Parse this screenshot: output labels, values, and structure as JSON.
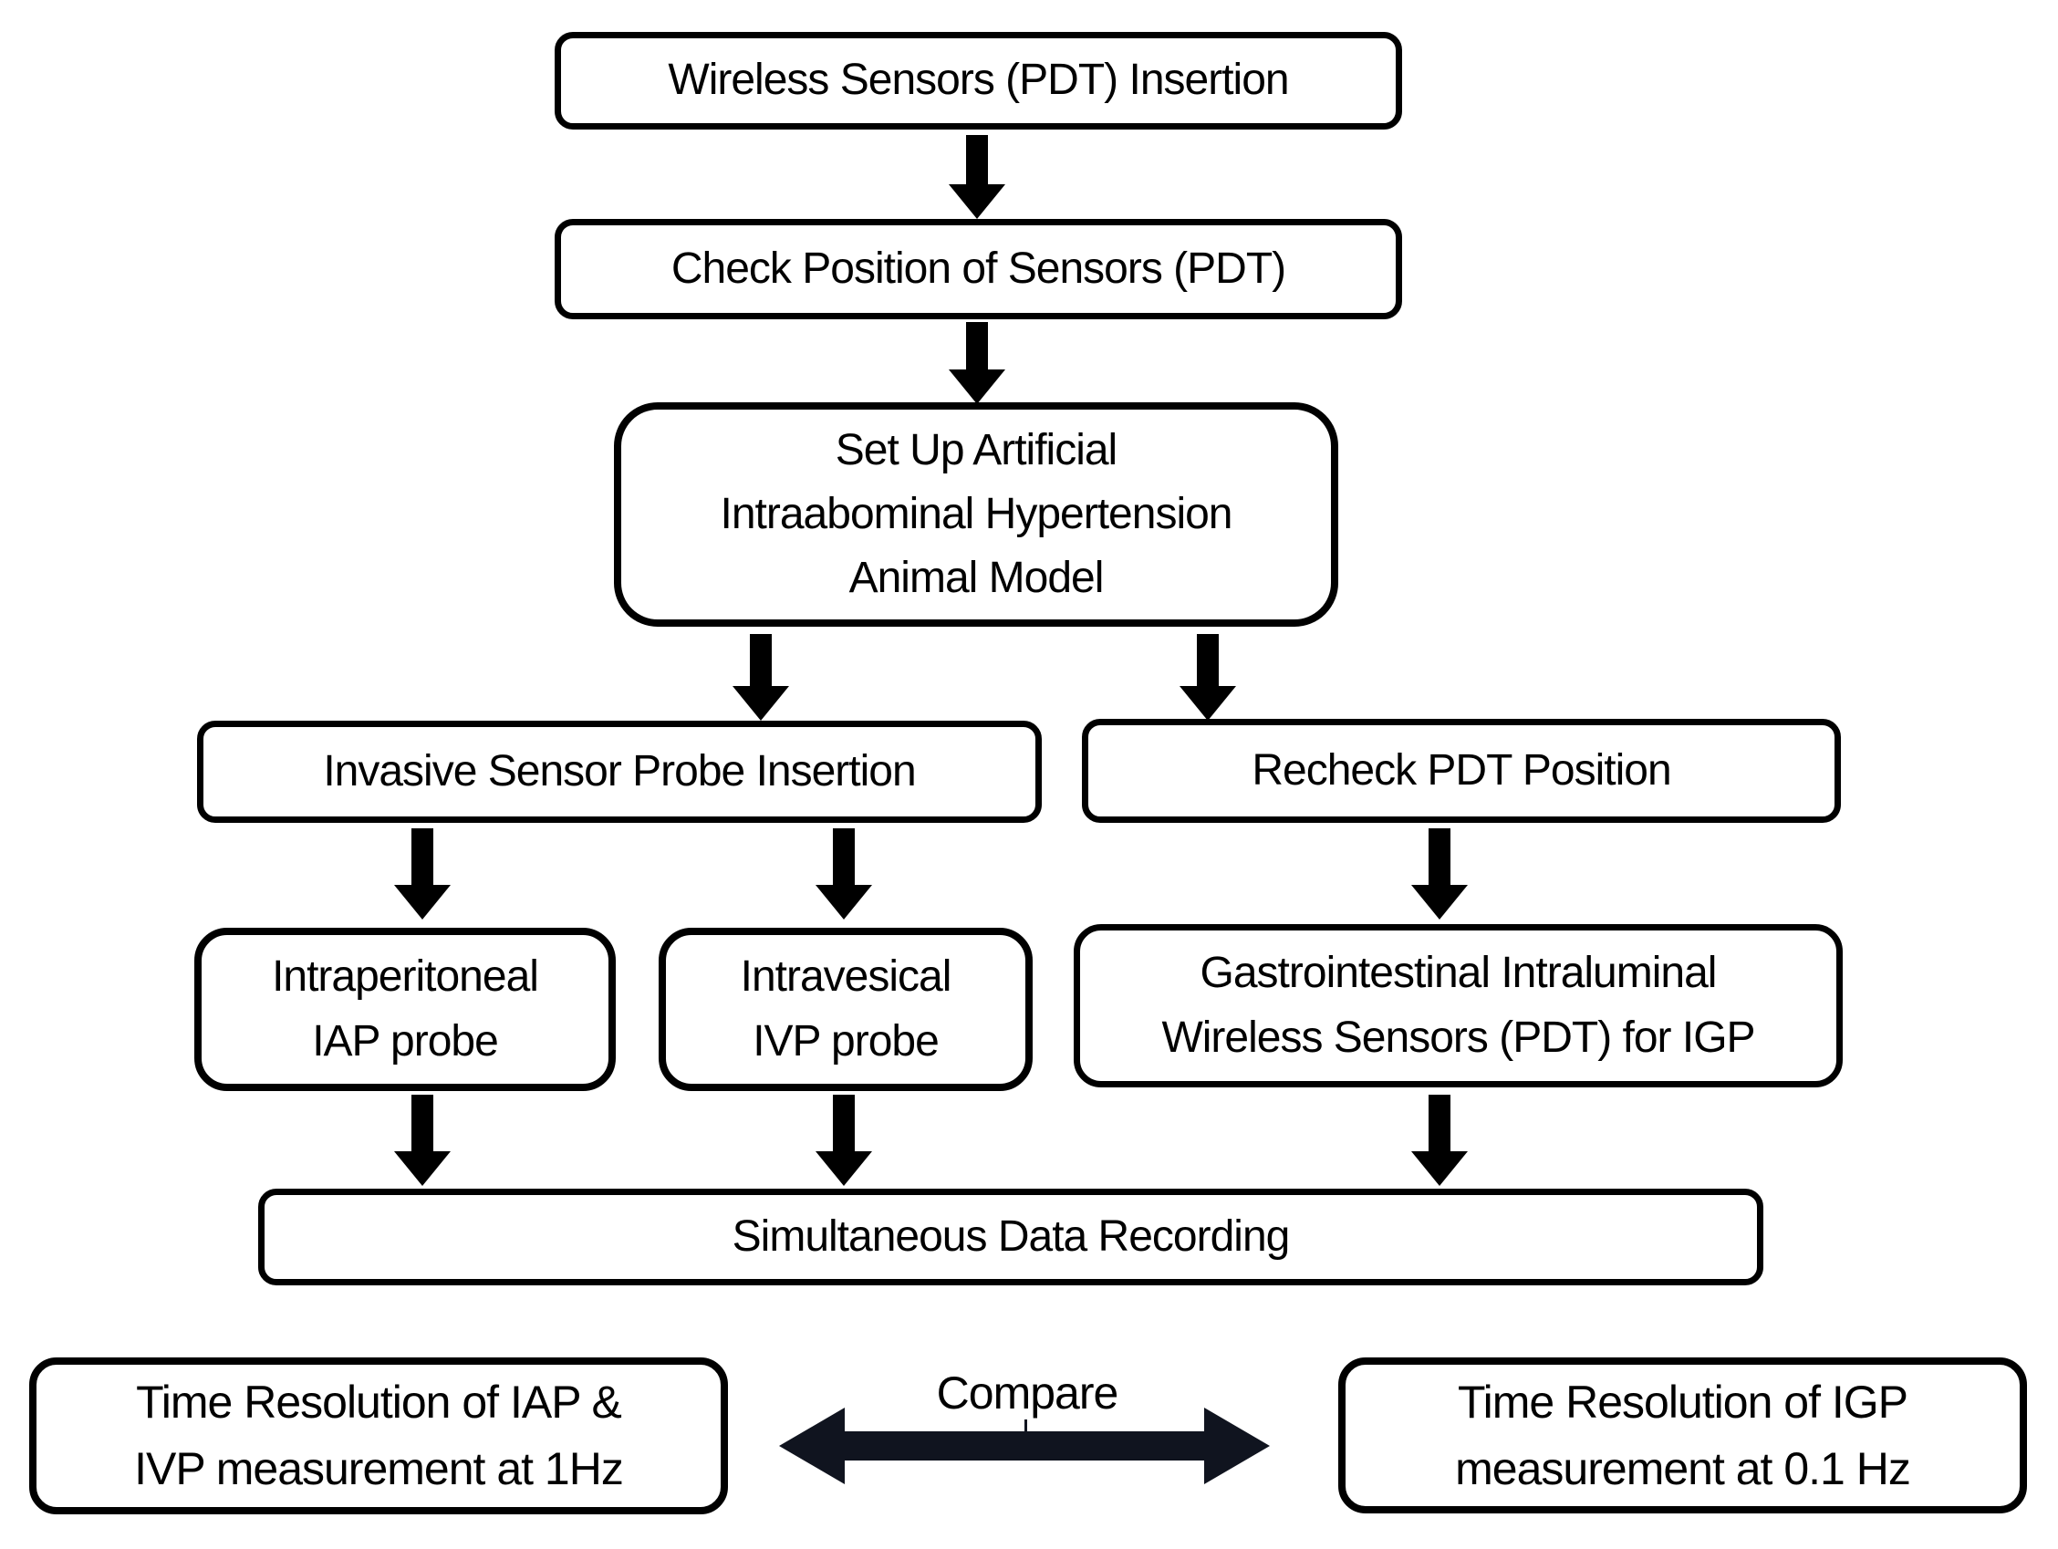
{
  "colors": {
    "bg": "#ffffff",
    "node-fill": "#ffffff",
    "node-border": "#000000",
    "text": "#000000",
    "arrow": "#000000",
    "compare-arrow": "#10141f"
  },
  "flowchart": {
    "nodes": {
      "wireless_insertion": "Wireless Sensors (PDT) Insertion",
      "check_position": "Check Position of Sensors (PDT)",
      "setup_model": "Set Up Artificial\nIntraabominal Hypertension\nAnimal Model",
      "invasive_probe": "Invasive Sensor Probe Insertion",
      "recheck_pdt": "Recheck PDT Position",
      "iap_probe": "Intraperitoneal\nIAP probe",
      "ivp_probe": "Intravesical\nIVP probe",
      "gi_sensors": "Gastrointestinal Intraluminal\nWireless Sensors (PDT) for IGP",
      "data_recording": "Simultaneous Data Recording",
      "time_res_iap_ivp": "Time Resolution of IAP &\nIVP measurement at 1Hz",
      "compare_label": "Compare",
      "time_res_igp": "Time Resolution of IGP\nmeasurement at 0.1 Hz"
    },
    "edges": [
      {
        "from": "wireless_insertion",
        "to": "check_position",
        "type": "arrow-down"
      },
      {
        "from": "check_position",
        "to": "setup_model",
        "type": "arrow-down"
      },
      {
        "from": "setup_model",
        "to": "invasive_probe",
        "type": "arrow-down"
      },
      {
        "from": "setup_model",
        "to": "recheck_pdt",
        "type": "arrow-down"
      },
      {
        "from": "invasive_probe",
        "to": "iap_probe",
        "type": "arrow-down"
      },
      {
        "from": "invasive_probe",
        "to": "ivp_probe",
        "type": "arrow-down"
      },
      {
        "from": "recheck_pdt",
        "to": "gi_sensors",
        "type": "arrow-down"
      },
      {
        "from": "iap_probe",
        "to": "data_recording",
        "type": "arrow-down"
      },
      {
        "from": "ivp_probe",
        "to": "data_recording",
        "type": "arrow-down"
      },
      {
        "from": "gi_sensors",
        "to": "data_recording",
        "type": "arrow-down"
      },
      {
        "from": "time_res_iap_ivp",
        "to": "time_res_igp",
        "type": "double-arrow",
        "label": "Compare"
      }
    ]
  }
}
